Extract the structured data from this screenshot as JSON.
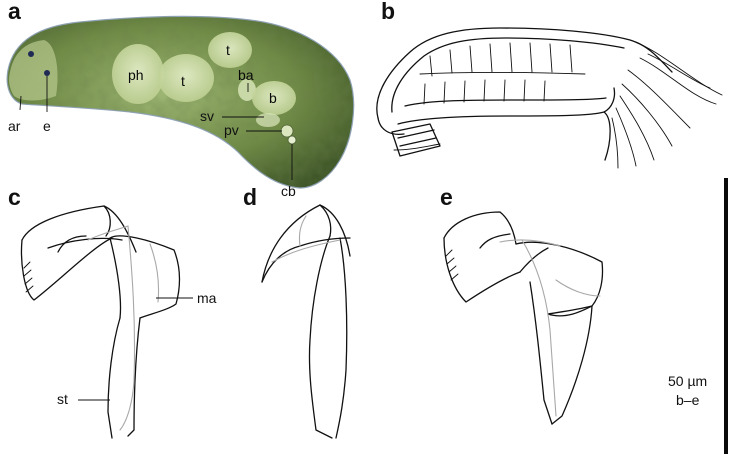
{
  "panels": {
    "a": {
      "letter": "a",
      "labels": {
        "ar": "ar",
        "e": "e",
        "ph": "ph",
        "t1": "t",
        "t2": "t",
        "ba": "ba",
        "b": "b",
        "sv": "sv",
        "pv": "pv",
        "cb": "cb"
      }
    },
    "b": {
      "letter": "b"
    },
    "c": {
      "letter": "c",
      "labels": {
        "ma": "ma",
        "st": "st"
      }
    },
    "d": {
      "letter": "d"
    },
    "e": {
      "letter": "e"
    }
  },
  "scale_bar": {
    "length": "50 µm",
    "applies_to": "b–e"
  },
  "colors": {
    "body_fill": "#6f8a45",
    "body_dark": "#3e5527",
    "organ_fill": "#c9d9a4",
    "outline": "#111111",
    "grey_line": "#a8a8a8"
  }
}
